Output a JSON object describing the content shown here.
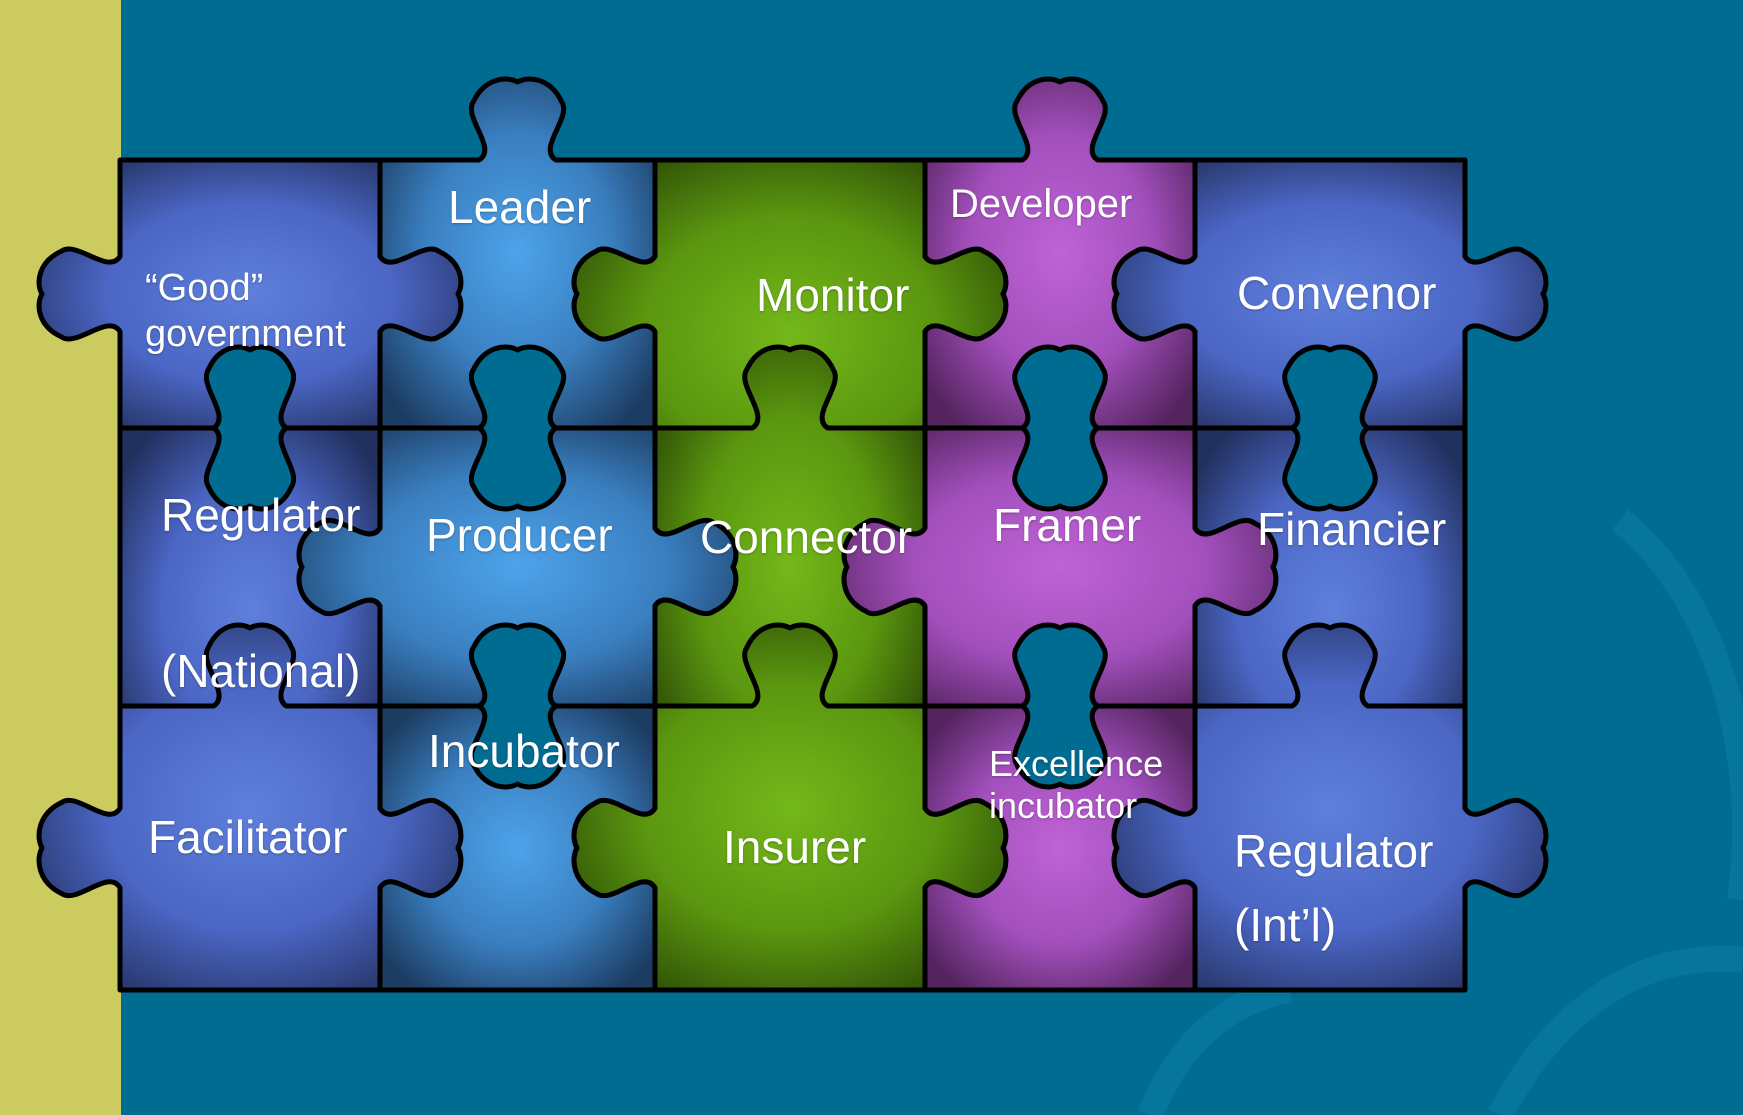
{
  "colors": {
    "background": "#006c92",
    "left_strip": "#cbcb60",
    "piece_blue_light": "#4aa0e6",
    "piece_blue_indigo": "#5878d8",
    "piece_green": "#6eb21a",
    "piece_purple": "#b85ed0",
    "outline": "#000000",
    "text": "#ffffff"
  },
  "pieces": [
    {
      "name": "good-government",
      "lines": [
        "“Good”",
        "government"
      ],
      "color": "indigo"
    },
    {
      "name": "leader",
      "lines": [
        "Leader"
      ],
      "color": "blue"
    },
    {
      "name": "monitor",
      "lines": [
        "Monitor"
      ],
      "color": "green"
    },
    {
      "name": "developer",
      "lines": [
        "Developer"
      ],
      "color": "purple"
    },
    {
      "name": "convenor",
      "lines": [
        "Convenor"
      ],
      "color": "indigo"
    },
    {
      "name": "regulator-national",
      "lines": [
        "Regulator",
        "(National)"
      ],
      "color": "indigo"
    },
    {
      "name": "producer",
      "lines": [
        "Producer"
      ],
      "color": "blue"
    },
    {
      "name": "connector",
      "lines": [
        "Connector"
      ],
      "color": "green"
    },
    {
      "name": "framer",
      "lines": [
        "Framer"
      ],
      "color": "purple"
    },
    {
      "name": "financier",
      "lines": [
        "Financier"
      ],
      "color": "indigo"
    },
    {
      "name": "facilitator",
      "lines": [
        "Facilitator"
      ],
      "color": "indigo"
    },
    {
      "name": "incubator",
      "lines": [
        "Incubator"
      ],
      "color": "blue"
    },
    {
      "name": "insurer",
      "lines": [
        "Insurer"
      ],
      "color": "green"
    },
    {
      "name": "excellence-incubator",
      "lines": [
        "Excellence",
        "incubator"
      ],
      "color": "purple"
    },
    {
      "name": "regulator-intl",
      "lines": [
        "Regulator",
        "(Int’l)"
      ],
      "color": "indigo"
    }
  ]
}
